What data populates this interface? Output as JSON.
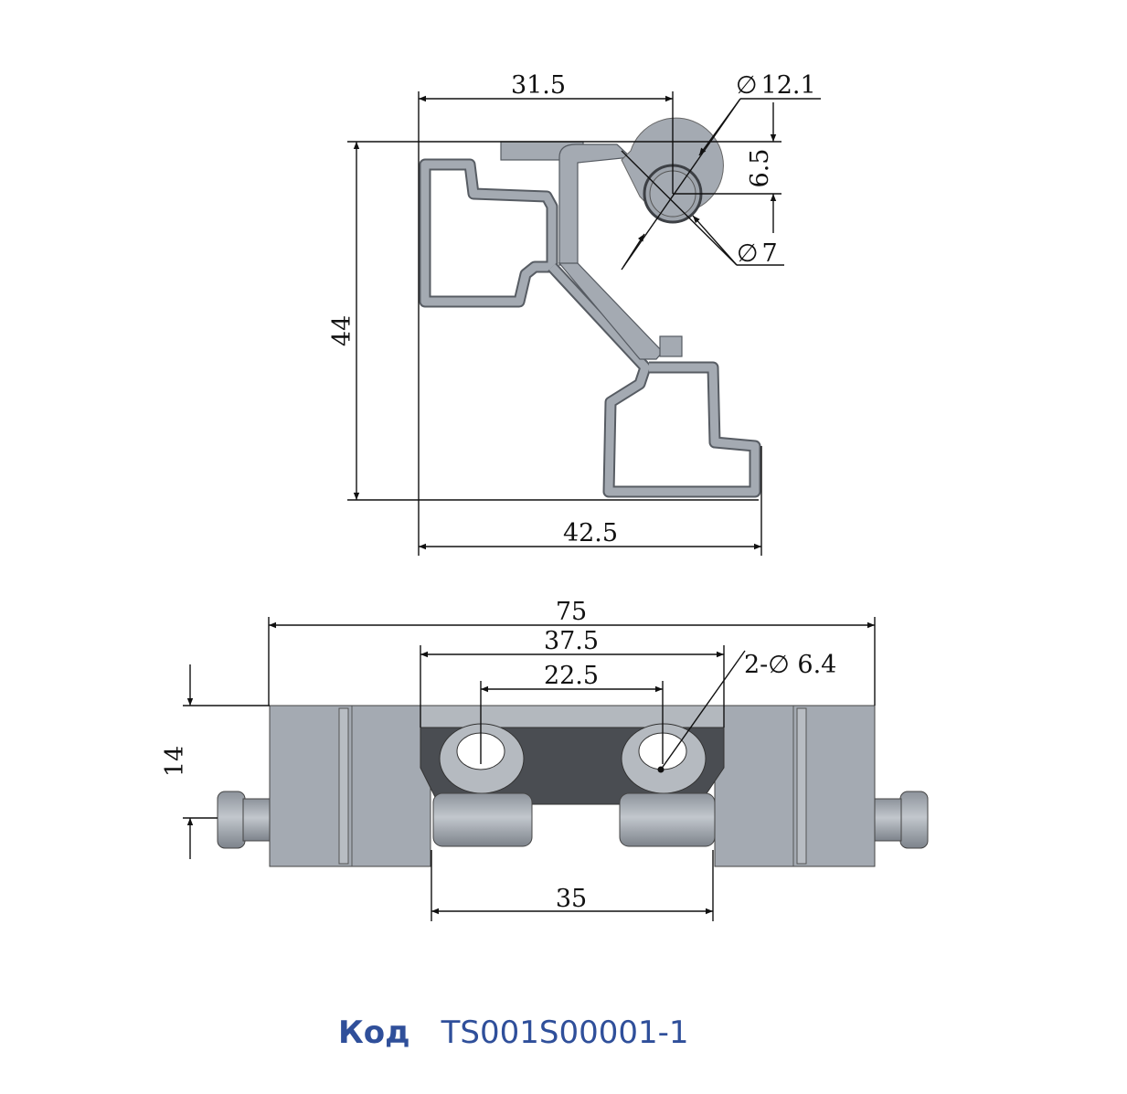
{
  "top_view": {
    "dims": {
      "width_top": "31.5",
      "dia_outer": "12.1",
      "offset": "6.5",
      "dia_pin": "7",
      "height": "44",
      "width_bottom": "42.5"
    }
  },
  "front_view": {
    "dims": {
      "overall": "75",
      "hole_span_outer": "37.5",
      "hole_span_inner": "22.5",
      "holes": "2-∅ 6.4",
      "thickness": "14",
      "knuckle_span": "35"
    }
  },
  "code": {
    "label": "Код",
    "value": "TS001S00001-1"
  },
  "colors": {
    "metal": "#a4aab2",
    "plate_dark": "#4a4d52",
    "code_text": "#2f4f9a"
  }
}
